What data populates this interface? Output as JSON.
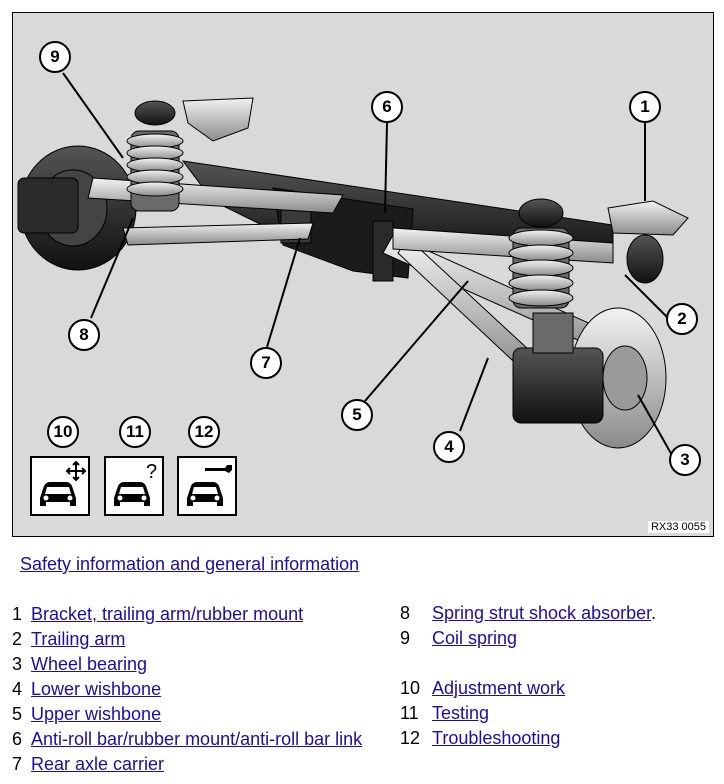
{
  "figure": {
    "figure_id": "RX33 0055",
    "callouts": [
      "1",
      "2",
      "3",
      "4",
      "5",
      "6",
      "7",
      "8",
      "9"
    ],
    "tiles": [
      {
        "num": "10",
        "icon": "car-move-icon"
      },
      {
        "num": "11",
        "icon": "car-question-icon"
      },
      {
        "num": "12",
        "icon": "car-wrench-icon"
      }
    ]
  },
  "safety_link": "Safety information and general information",
  "legend": {
    "left": [
      {
        "num": "1",
        "label": "Bracket, trailing arm/rubber mount"
      },
      {
        "num": "2",
        "label": "Trailing arm"
      },
      {
        "num": "3",
        "label": "Wheel bearing"
      },
      {
        "num": "4",
        "label": "Lower wishbone"
      },
      {
        "num": "5",
        "label": "Upper wishbone"
      },
      {
        "num": "6",
        "label": "Anti-roll bar/rubber mount/anti-roll bar link"
      },
      {
        "num": "7",
        "label": "Rear axle carrier"
      }
    ],
    "right": [
      {
        "num": "8",
        "label": "Spring strut shock absorber",
        "suffix": "."
      },
      {
        "num": "9",
        "label": "Coil spring"
      },
      {
        "num": "10",
        "label": "Adjustment work"
      },
      {
        "num": "11",
        "label": "Testing"
      },
      {
        "num": "12",
        "label": "Troubleshooting"
      }
    ]
  }
}
